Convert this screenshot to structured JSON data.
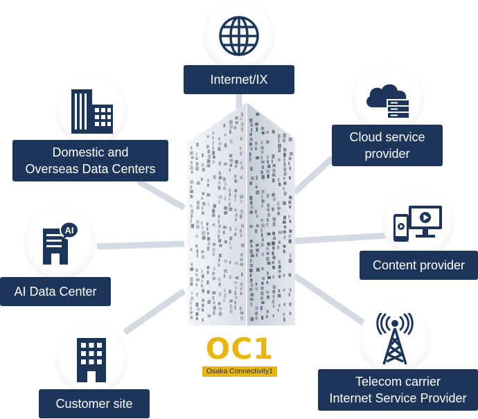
{
  "logo": {
    "main_text": "OC1",
    "subtitle": "Osaka Connectivity1"
  },
  "nodes": {
    "internet_ix": {
      "lines": [
        "Internet/IX"
      ],
      "icon": "globe-icon"
    },
    "cloud": {
      "lines": [
        "Cloud service",
        "provider"
      ],
      "icon": "cloud-server-icon"
    },
    "content": {
      "lines": [
        "Content provider"
      ],
      "icon": "tablet-monitor-play-icon"
    },
    "telecom": {
      "lines": [
        "Telecom carrier",
        "Internet Service Provider"
      ],
      "icon": "radio-tower-icon"
    },
    "customer": {
      "lines": [
        "Customer site"
      ],
      "icon": "office-building-icon"
    },
    "ai_dc": {
      "lines": [
        "AI Data Center"
      ],
      "icon": "ai-document-icon",
      "badge": "AI"
    },
    "domestic_dc": {
      "lines": [
        "Domestic and",
        "Overseas Data Centers"
      ],
      "icon": "buildings-icon"
    }
  },
  "colors": {
    "label_background": "#1c3559",
    "connector": "#d3dae3",
    "logo_gold": "#e7b614"
  }
}
